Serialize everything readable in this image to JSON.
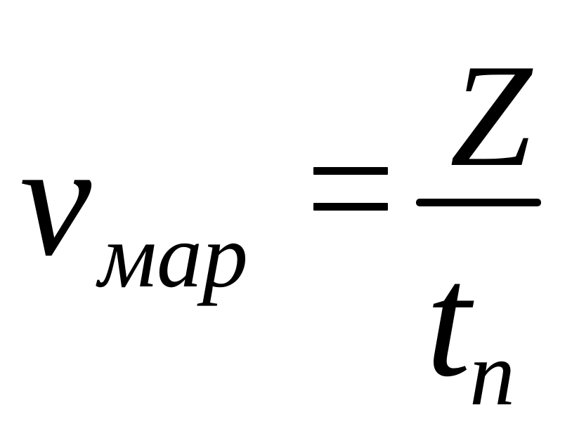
{
  "formula": {
    "lhs": {
      "symbol": "v",
      "subscript": "мар"
    },
    "relation": "=",
    "rhs": {
      "numerator": "Z",
      "denominator": {
        "symbol": "t",
        "subscript": "n"
      }
    },
    "color": "#000000"
  }
}
